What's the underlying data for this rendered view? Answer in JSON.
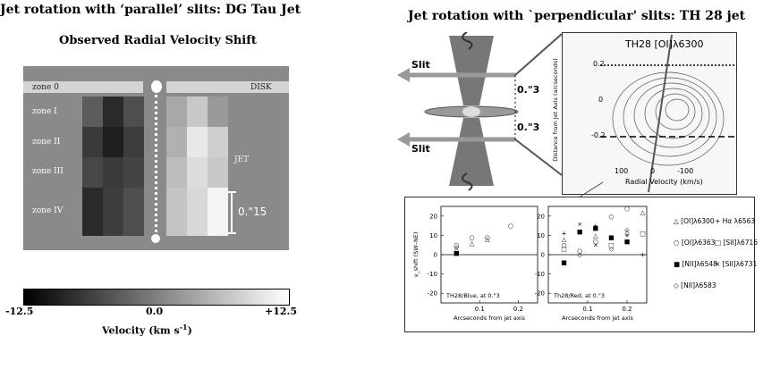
{
  "left": {
    "title": "Jet rotation with ‘parallel’ slits: DG Tau Jet",
    "subtitle": "Observed Radial Velocity Shift",
    "zones": [
      "zone 0",
      "zone I",
      "zone II",
      "zone III",
      "zone IV"
    ],
    "disk_label": "DISK",
    "jet_label": "JET",
    "scale_label": "0.\"15",
    "colorbar": {
      "min": "-12.5",
      "mid": "0.0",
      "max": "+12.5",
      "label": "Velocity (km s",
      "label_sup": "-1",
      "label_end": ")"
    },
    "grid_left": [
      [
        "#5c5c5c",
        "#2a2a2a",
        "#4e4e4e"
      ],
      [
        "#3a3a3a",
        "#1e1e1e",
        "#3c3c3c"
      ],
      [
        "#474747",
        "#3a3a3a",
        "#444444"
      ],
      [
        "#2a2a2a",
        "#3d3d3d",
        "#4e4e4e"
      ]
    ],
    "grid_right": [
      [
        "#a8a8a8",
        "#c8c8c8",
        "#9a9a9a"
      ],
      [
        "#b0b0b0",
        "#e8e8e8",
        "#cfcfcf"
      ],
      [
        "#bcbcbc",
        "#dcdcdc",
        "#c8c8c8"
      ],
      [
        "#c4c4c4",
        "#d8d8d8",
        "#f4f4f4"
      ]
    ]
  },
  "right": {
    "title": "Jet rotation with `perpendicular' slits: TH 28 jet",
    "slit_label": "Slit",
    "offset_label": "0.\"3",
    "panel_title": "TH28 [OI]λ6300",
    "panel_ylabel": "Distance from Jet Axis (arcseconds)",
    "panel_xlabel": "Radial Velocity (km/s)",
    "panel_yticks": [
      "0.2",
      "0",
      "-0.2"
    ],
    "panel_xticks": [
      "100",
      "0",
      "-100"
    ]
  },
  "chart_data": [
    {
      "type": "scatter",
      "title": "",
      "annotation": "TH28/Blue, at 0.\"3",
      "xlabel": "Arcseconds from jet axis",
      "ylabel": "v_shift (SW–NE)",
      "xlim": [
        0,
        0.25
      ],
      "ylim": [
        -25,
        25
      ],
      "xticks": [
        "0.1",
        "0.2"
      ],
      "yticks": [
        "20",
        "10",
        "0",
        "-10",
        "-20"
      ],
      "series": [
        {
          "name": "[OI]λ6300",
          "x": [
            0.04,
            0.08,
            0.12
          ],
          "y": [
            3,
            6,
            8
          ]
        },
        {
          "name": "[OI]λ6363",
          "x": [
            0.04,
            0.08,
            0.12,
            0.18
          ],
          "y": [
            5,
            9,
            9,
            15
          ]
        },
        {
          "name": "[NII]λ6548",
          "x": [
            0.04
          ],
          "y": [
            1
          ]
        },
        {
          "name": "[NII]λ6583",
          "x": [
            0.04
          ],
          "y": [
            4
          ]
        }
      ]
    },
    {
      "type": "scatter",
      "title": "",
      "annotation": "Th28/Red, at 0.\"3",
      "xlabel": "Arcseconds from jet axis",
      "ylabel": "",
      "xlim": [
        0,
        0.25
      ],
      "ylim": [
        -25,
        25
      ],
      "xticks": [
        "0.1",
        "0.2"
      ],
      "yticks": [
        "20",
        "10",
        "0",
        "-10",
        "-20"
      ],
      "series": [
        {
          "name": "[OI]λ6300",
          "x": [
            0.04,
            0.12,
            0.2,
            0.24
          ],
          "y": [
            8,
            10,
            12,
            22
          ]
        },
        {
          "name": "[OI]λ6363",
          "x": [
            0.04,
            0.08,
            0.12,
            0.16,
            0.2
          ],
          "y": [
            5,
            2,
            7,
            20,
            24
          ]
        },
        {
          "name": "[NII]λ6548",
          "x": [
            0.04,
            0.08,
            0.12,
            0.16,
            0.2
          ],
          "y": [
            -4,
            12,
            14,
            9,
            7
          ]
        },
        {
          "name": "[NII]λ6583",
          "x": [
            0.08,
            0.16,
            0.2
          ],
          "y": [
            0,
            3,
            13
          ]
        },
        {
          "name": "Hα λ6563",
          "x": [
            0.04,
            0.12,
            0.2,
            0.24
          ],
          "y": [
            11,
            15,
            10,
            0
          ]
        },
        {
          "name": "[SII]λ6716",
          "x": [
            0.04,
            0.16,
            0.24
          ],
          "y": [
            3,
            5,
            11
          ]
        },
        {
          "name": "[SII]λ6731",
          "x": [
            0.08,
            0.12
          ],
          "y": [
            16,
            5
          ]
        }
      ]
    }
  ],
  "legend": [
    "[OI]λ6300",
    "Hα λ6563",
    "[OI]λ6363",
    "[SII]λ6716",
    "[NII]λ6548",
    "[SII]λ6731",
    "[NII]λ6583"
  ]
}
